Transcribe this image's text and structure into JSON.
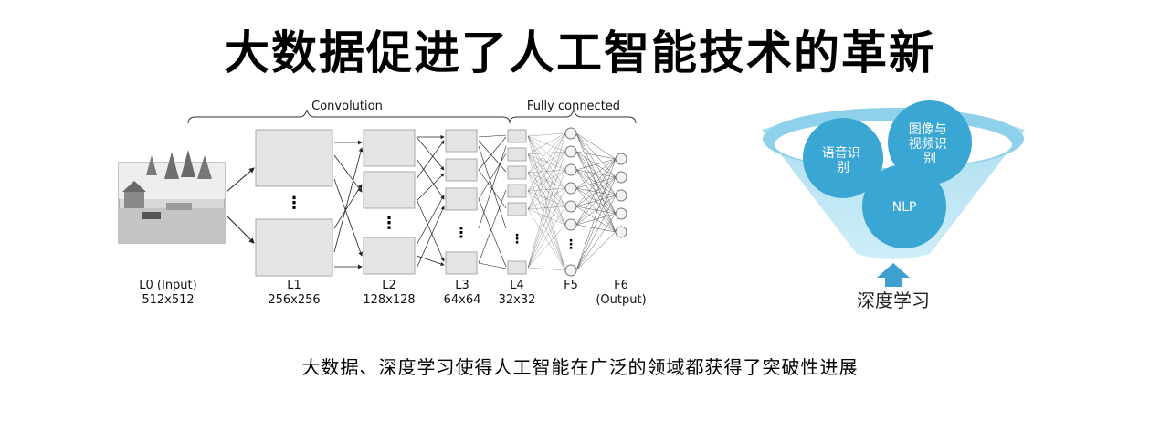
{
  "title": "大数据促进了人工智能技术的革新",
  "caption": "大数据、深度学习使得人工智能在广泛的领域都获得了突破性进展",
  "network": {
    "group_convolution": "Convolution",
    "group_fully_connected": "Fully connected",
    "layers": [
      {
        "name": "L0 (Input)",
        "size": "512x512"
      },
      {
        "name": "L1",
        "size": "256x256"
      },
      {
        "name": "L2",
        "size": "128x128"
      },
      {
        "name": "L3",
        "size": "64x64"
      },
      {
        "name": "L4",
        "size": "32x32"
      },
      {
        "name": "F5",
        "size": ""
      },
      {
        "name": "F6",
        "size": "(Output)"
      }
    ]
  },
  "funnel": {
    "bubbles": [
      {
        "label_lines": [
          "语音识",
          "别"
        ]
      },
      {
        "label_lines": [
          "图像与",
          "视频识",
          "别"
        ]
      },
      {
        "label_lines": [
          "NLP"
        ]
      }
    ],
    "label": "深度学习",
    "colors": {
      "light": "#cdeaf4",
      "mid": "#7fc6e2",
      "bubble": "#3aa6d3",
      "arrow": "#3f9fd0"
    }
  }
}
